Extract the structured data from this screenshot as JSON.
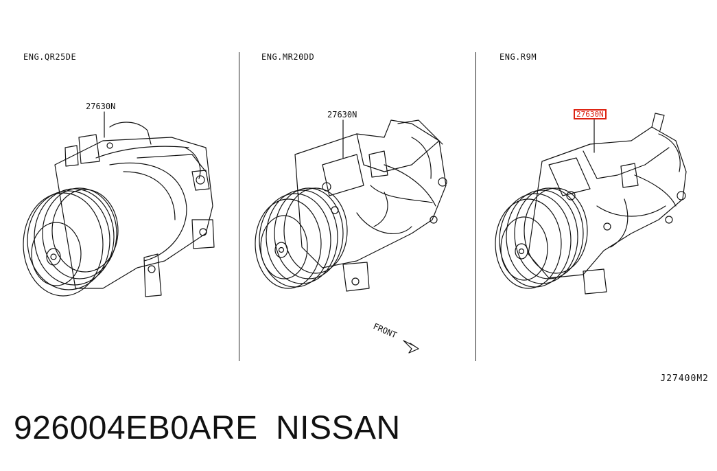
{
  "panels": [
    {
      "engine_label": "ENG.QR25DE",
      "part_label": "27630N"
    },
    {
      "engine_label": "ENG.MR20DD",
      "part_label": "27630N"
    },
    {
      "engine_label": "ENG.R9M",
      "part_label": "27630N"
    }
  ],
  "front_label": "FRONT",
  "ref_code": "J27400M2",
  "part_number": "926004EB0ARE",
  "brand": "NISSAN",
  "colors": {
    "highlight": "#d21111",
    "line": "#111111"
  }
}
